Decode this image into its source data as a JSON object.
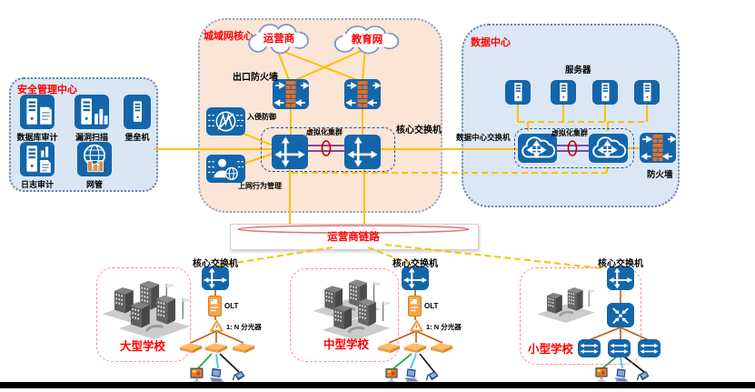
{
  "security_center": {
    "title": "安全管理中心",
    "items": [
      {
        "label": "数据库审计"
      },
      {
        "label": "漏洞扫描"
      },
      {
        "label": "堡垒机"
      },
      {
        "label": "日志审计"
      },
      {
        "label": "网管"
      }
    ]
  },
  "man_core": {
    "title": "城域网核心",
    "cloud_carrier": "运营商",
    "cloud_edu": "教育网",
    "exit_firewall": "出口防火墙",
    "ips": "入侵防御",
    "core_switch": "核心交换机",
    "virtual_cluster": "虚拟化集群",
    "behavior_mgmt": "上网行为管理"
  },
  "data_center": {
    "title": "数据中心",
    "servers": "服务器",
    "dc_switch": "数据中心交换机",
    "virtual_cluster": "虚拟化集群",
    "firewall": "防火墙"
  },
  "carrier_link": {
    "label": "运营商链路"
  },
  "schools": {
    "large": {
      "name": "大型学校",
      "core_switch": "核心交换机",
      "olt": "OLT",
      "splitter": "1: N 分光器"
    },
    "medium": {
      "name": "中型学校",
      "core_switch": "核心交换机",
      "olt": "OLT",
      "splitter": "1: N 分光器"
    },
    "small": {
      "name": "小型学校",
      "core_switch": "核心交换机"
    }
  },
  "colors": {
    "line_yellow": "#FFC000",
    "line_orange": "#C55A11",
    "cluster_purple": "#7030A0",
    "node_blue": "#1366AB",
    "zone_blue_fill": "#DCE7F5",
    "zone_peach_fill": "#FBE5D6",
    "title_red": "#FF0000"
  }
}
